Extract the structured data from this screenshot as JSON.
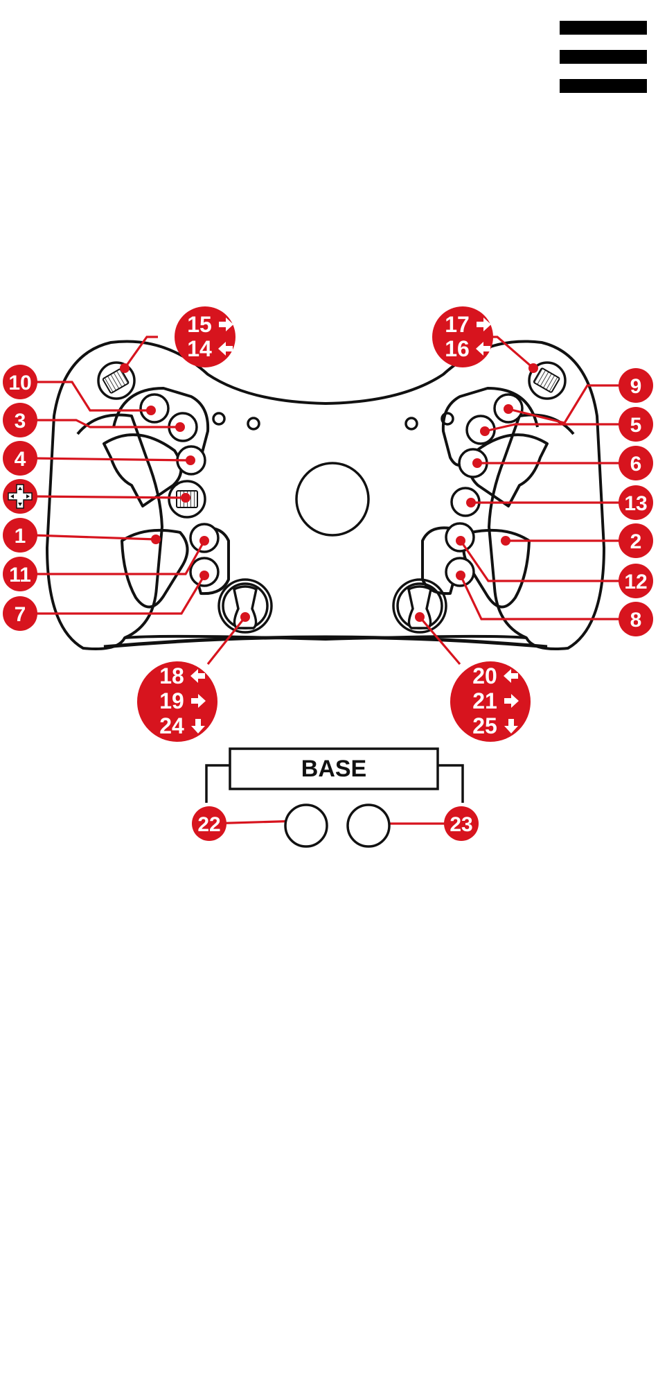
{
  "colors": {
    "accent": "#d7141e",
    "outline": "#111111",
    "background": "#ffffff"
  },
  "menu": {
    "icon": "hamburger-menu-icon"
  },
  "base": {
    "label": "BASE"
  },
  "callouts": {
    "c1": "1",
    "c2": "2",
    "c3": "3",
    "c4": "4",
    "c5": "5",
    "c6": "6",
    "c7": "7",
    "c8": "8",
    "c9": "9",
    "c10": "10",
    "c11": "11",
    "c12": "12",
    "c13": "13",
    "c22": "22",
    "c23": "23",
    "dpad": "dpad-icon"
  },
  "multi_callouts": {
    "left_top": [
      "15",
      "14"
    ],
    "right_top": [
      "17",
      "16"
    ],
    "left_bottom": [
      "18",
      "19",
      "24"
    ],
    "right_bottom": [
      "20",
      "21",
      "25"
    ]
  },
  "arrows": {
    "left_top": [
      "right",
      "left"
    ],
    "right_top": [
      "right",
      "left"
    ],
    "left_bottom": [
      "left",
      "right",
      "down"
    ],
    "right_bottom": [
      "left",
      "right",
      "down"
    ]
  }
}
